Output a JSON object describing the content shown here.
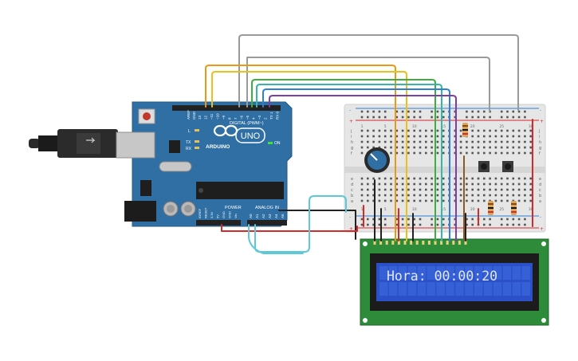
{
  "arduino": {
    "brand": "UNO",
    "logo": "ARDUINO",
    "header_digital": "DIGITAL (PWM~)",
    "header_power": "POWER",
    "header_analog": "ANALOG IN",
    "on_label": "ON",
    "led_l": "L",
    "led_tx": "TX",
    "led_rx": "RX",
    "aref": "AREF",
    "gnd": "GND",
    "digital_pins": [
      "13",
      "12",
      "~11",
      "~10",
      "~9",
      "8",
      "7",
      "~6",
      "~5",
      "4",
      "~3",
      "2",
      "TX 1",
      "RX 0"
    ],
    "power_pins": [
      "IOREF",
      "RESET",
      "3.3V",
      "5V",
      "GND",
      "GND",
      "Vin"
    ],
    "analog_pins": [
      "A0",
      "A1",
      "A2",
      "A3",
      "A4",
      "A5"
    ],
    "colors": {
      "board": "#2f6fa3",
      "header": "#222222"
    }
  },
  "lcd": {
    "text": "Hora: 00:00:20",
    "colors": {
      "pcb": "#2e8b3a",
      "bezel": "#1c1c1c",
      "screen": "#2b50c8",
      "text": "#dfe6ff"
    }
  },
  "breadboard": {
    "col_numbers": [
      "1",
      "5",
      "10",
      "15",
      "20",
      "25",
      "30"
    ],
    "row_letters_top": [
      "j",
      "i",
      "h",
      "g",
      "f"
    ],
    "row_letters_bottom": [
      "e",
      "d",
      "c",
      "b",
      "a"
    ],
    "rail_plus": "+",
    "rail_minus": "-"
  },
  "wire_colors": {
    "orange": "#e89a16",
    "yellow": "#e8c21a",
    "green": "#3fae3f",
    "teal": "#36b6a8",
    "blue": "#2d7fd8",
    "purple": "#7b3fa6",
    "gray": "#9a9a9a",
    "red": "#d42a2a",
    "black": "#222222",
    "cyan": "#5cc8d8",
    "brown": "#8a5a2b"
  },
  "icons": [
    "usb-cable-icon",
    "reset-button-icon",
    "potentiometer-icon",
    "pushbutton-icon",
    "resistor-icon"
  ]
}
